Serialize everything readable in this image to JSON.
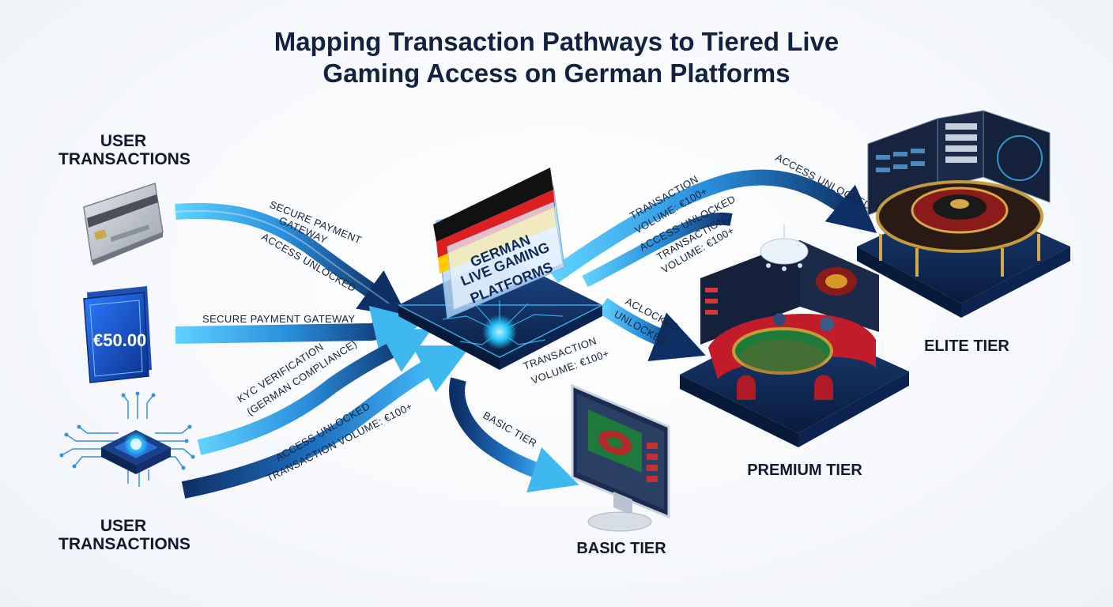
{
  "title": {
    "line1": "Mapping Transaction Pathways to Tiered Live",
    "line2": "Gaming Access on German Platforms"
  },
  "sources": {
    "top_label_l1": "USER",
    "top_label_l2": "TRANSACTIONS",
    "bottom_label_l1": "USER",
    "bottom_label_l2": "TRANSACTIONS",
    "card_amount": "€50.00"
  },
  "hub": {
    "line1": "GERMAN",
    "line2": "LIVE GAMING",
    "line3": "PLATFORMS"
  },
  "paths": {
    "secure_gateway_l1": "SECURE PAYMENT",
    "secure_gateway_l2": "GATEWAY",
    "access_unlocked_1": "ACCESS UNLOCKED",
    "secure_gateway_mid": "SECURE PAYMENT GATEWAY",
    "kyc_l1": "KYC VERIFICATION",
    "kyc_l2": "(GERMAN COMPLIANCE)",
    "access_unlocked_2": "ACCESS UNLOCKED",
    "volume_100_low": "TRANSACTION VOLUME: €100+",
    "hub_volume_l1": "TRANSACTION",
    "hub_volume_l2": "VOLUME: €100+",
    "basic_path": "BASIC TIER",
    "premium_path_l1": "ACLOCKED",
    "premium_path_l2": "UNLOCKED",
    "elite_volume_a_l1": "TRANSACTION",
    "elite_volume_a_l2": "VOLUME: €100+",
    "elite_access": "ACCESS UNLOCKED",
    "elite_volume_b_l1": "TRANSACTION",
    "elite_volume_b_l2": "VOLUME: €100+",
    "elite_access_top": "ACCESS UNLOCKED"
  },
  "tiers": {
    "basic": "BASIC TIER",
    "premium": "PREMIUM TIER",
    "elite": "ELITE TIER"
  },
  "colors": {
    "title": "#13233f",
    "path_light": "#34b2ec",
    "path_dark": "#0d2f66",
    "hub_base": "#0f2a55",
    "glow": "#27c4ff",
    "felt": "#1e7a3a",
    "booth_red": "#c21c2a",
    "flag_black": "#111111",
    "flag_red": "#dd1f1f",
    "flag_gold": "#ffcc00"
  }
}
